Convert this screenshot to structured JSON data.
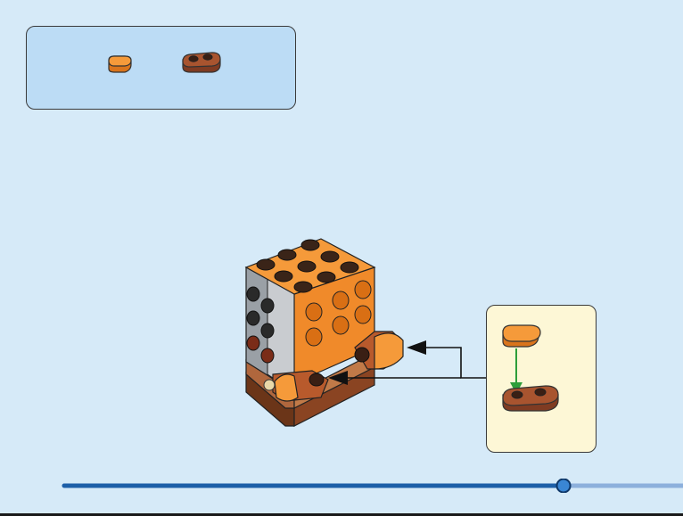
{
  "page": {
    "background": "#d6eaf8",
    "accent": "#1d5fa8",
    "progress_fraction": 0.826
  },
  "parts_list": {
    "items": [
      {
        "name": "orange-curved-tile-1x1",
        "color": "#f28c28"
      },
      {
        "name": "reddish-brown-plate-1x2-rounded",
        "color": "#9a4a2a"
      }
    ]
  },
  "callout": {
    "background": "#fdf7d6",
    "steps": [
      "orange-curved-tile-1x1",
      "reddish-brown-plate-1x2-rounded"
    ],
    "arrow_color": "#2e9e3a"
  },
  "icons": {
    "insert_arrow": "arrow-left-icon"
  }
}
